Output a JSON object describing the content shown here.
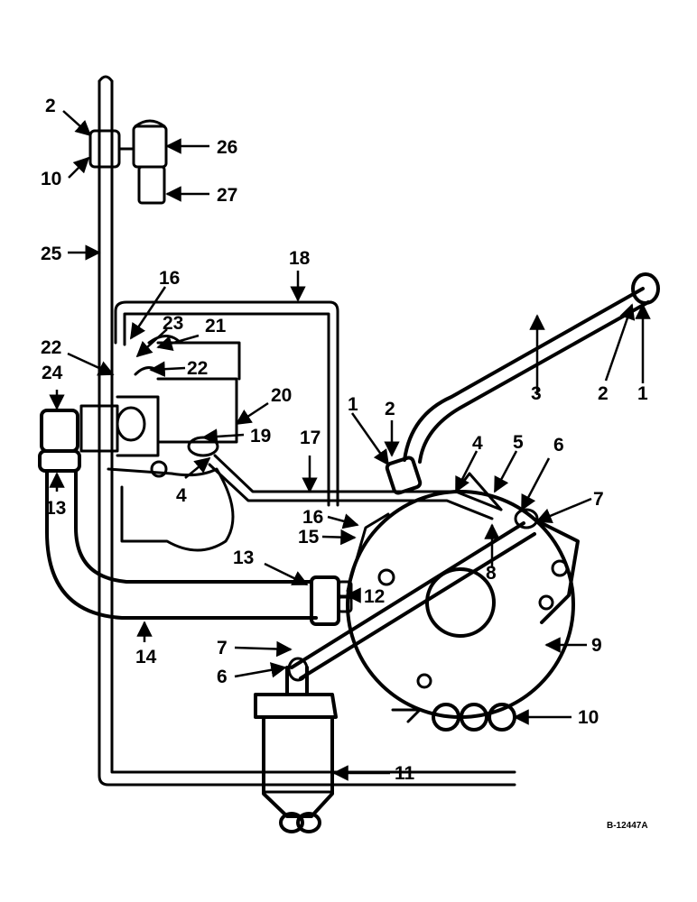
{
  "drawing_code": "B-12447A",
  "callouts": [
    "1",
    "1",
    "2",
    "2",
    "2",
    "3",
    "4",
    "4",
    "5",
    "6",
    "6",
    "7",
    "7",
    "8",
    "9",
    "10",
    "10",
    "11",
    "12",
    "13",
    "13",
    "14",
    "15",
    "16",
    "16",
    "17",
    "18",
    "19",
    "20",
    "21",
    "22",
    "22",
    "23",
    "24",
    "25",
    "26",
    "27"
  ]
}
